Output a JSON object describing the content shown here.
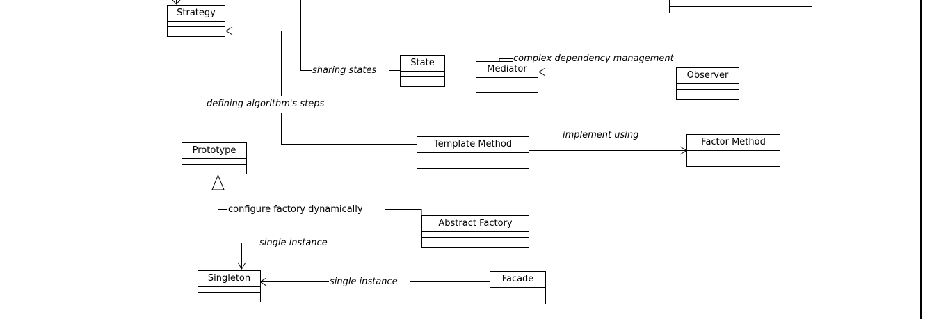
{
  "classes": {
    "strategy": "Strategy",
    "state": "State",
    "mediator": "Mediator",
    "observer": "Observer",
    "prototype": "Prototype",
    "template_method": "Template Method",
    "factor_method": "Factor Method",
    "abstract_factory": "Abstract Factory",
    "singleton": "Singleton",
    "facade": "Facade"
  },
  "relations": {
    "sharing_states": "sharing states",
    "complex_dependency": "complex dependency management",
    "defining_steps": "defining algorithm's steps",
    "implement_using": "implement using",
    "configure_factory": "configure factory dynamically",
    "single_instance_af": "single instance",
    "single_instance_facade": "single instance"
  },
  "colors": {
    "line": "#000000",
    "background": "#ffffff"
  }
}
